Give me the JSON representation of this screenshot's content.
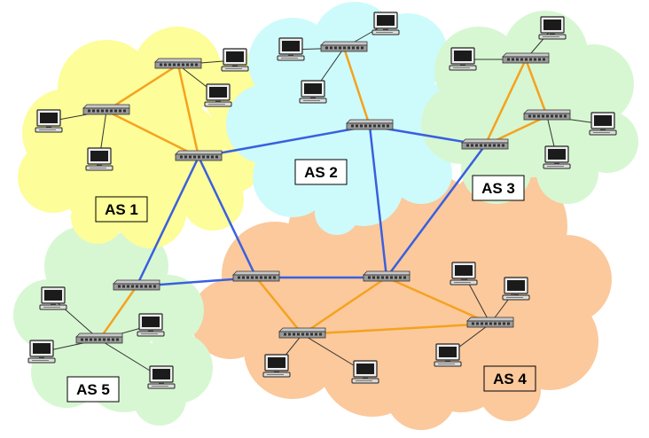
{
  "labels": {
    "as1": "AS 1",
    "as2": "AS 2",
    "as3": "AS 3",
    "as4": "AS 4",
    "as5": "AS 5"
  },
  "colors": {
    "as1_cloud": "#fdfd99",
    "as2_cloud": "#cdfbfb",
    "as3_cloud": "#d7f7d2",
    "as4_cloud": "#fbc99c",
    "as5_cloud": "#d7f7d2",
    "intra_link": "#f5a21e",
    "inter_link": "#3a5fe0",
    "host_link": "#333333"
  },
  "legend_notes": {
    "intra_as_links": "orange",
    "inter_as_links": "blue"
  }
}
